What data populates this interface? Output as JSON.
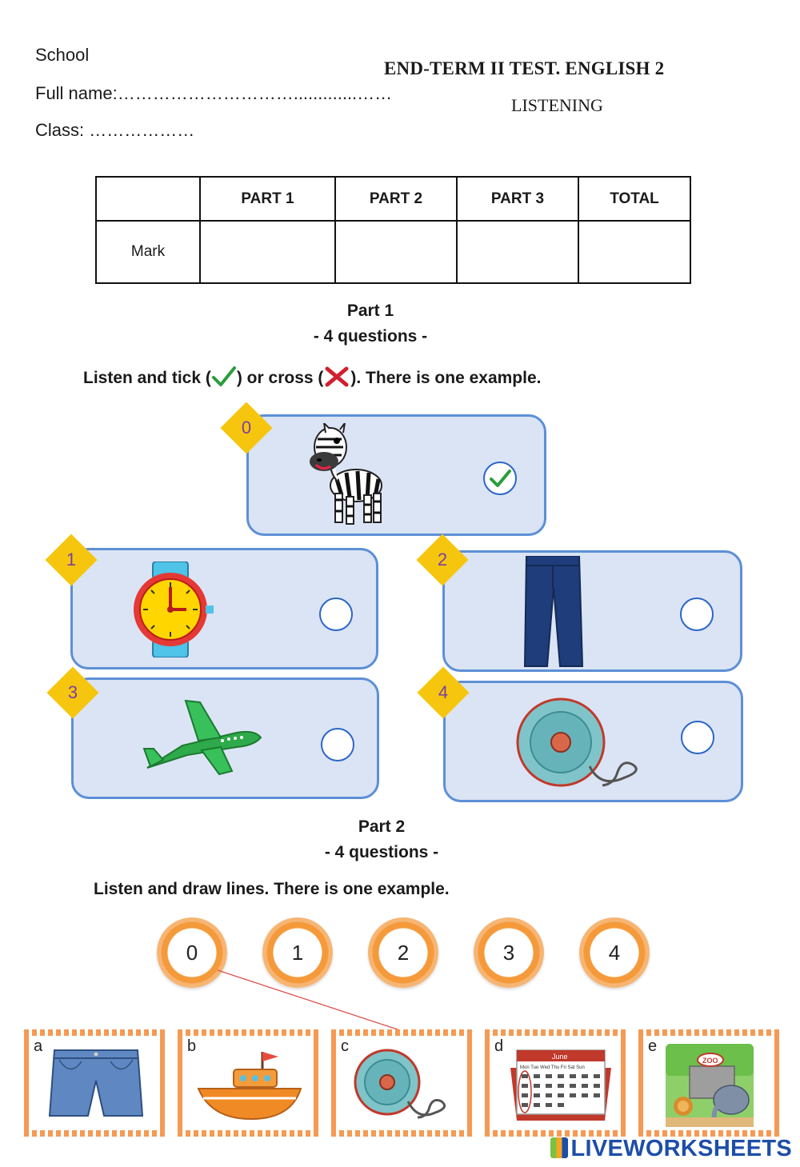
{
  "header": {
    "school": "School",
    "full_name": "Full name:………………………….............……",
    "class_line": "Class: ………………",
    "title": "END-TERM II TEST. ENGLISH 2",
    "subtitle": "LISTENING"
  },
  "mark_table": {
    "headers": [
      "",
      "PART 1",
      "PART 2",
      "PART 3",
      "TOTAL"
    ],
    "row_label": "Mark"
  },
  "part1": {
    "title": "Part 1",
    "count": "- 4 questions -",
    "instruction_a": "Listen and tick (",
    "instruction_b": ") or cross (",
    "instruction_c": "). There is one example.",
    "items": [
      {
        "num": "0",
        "icon": "zebra-icon",
        "answer": "tick"
      },
      {
        "num": "1",
        "icon": "watch-icon",
        "answer": ""
      },
      {
        "num": "2",
        "icon": "trousers-icon",
        "answer": ""
      },
      {
        "num": "3",
        "icon": "plane-icon",
        "answer": ""
      },
      {
        "num": "4",
        "icon": "yoyo-icon",
        "answer": ""
      }
    ]
  },
  "part2": {
    "title": "Part 2",
    "count": "- 4 questions -",
    "instruction": "Listen and draw lines. There is one example.",
    "numbers": [
      "0",
      "1",
      "2",
      "3",
      "4"
    ],
    "pictures": [
      {
        "letter": "a",
        "icon": "shorts-icon"
      },
      {
        "letter": "b",
        "icon": "boat-icon"
      },
      {
        "letter": "c",
        "icon": "yoyo-icon"
      },
      {
        "letter": "d",
        "icon": "calendar-icon",
        "calendar_month": "June",
        "calendar_days": "Mon Tue Wed Thu Fri Sat Sun"
      },
      {
        "letter": "e",
        "icon": "zoo-icon",
        "zoo_sign": "ZOO"
      }
    ]
  },
  "footer": {
    "logo": "LIVEWORKSHEETS"
  },
  "colors": {
    "card_bg": "#dbe4f4",
    "card_border": "#5d8fd6",
    "diamond": "#f6c60f",
    "ring": "#f59a3b",
    "tick": "#2a9d3a",
    "cross": "#d0202f"
  }
}
